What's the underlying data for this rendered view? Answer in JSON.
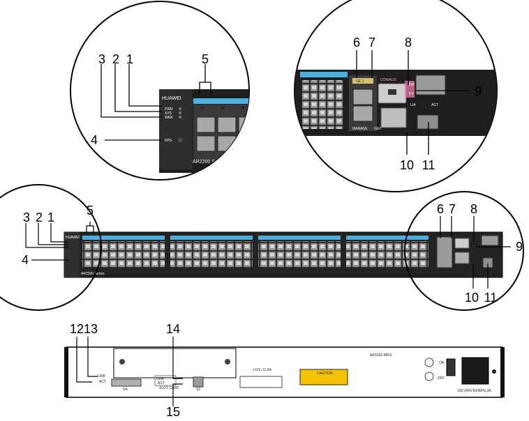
{
  "brand": "HUAWEI",
  "model_label": "AR2200 Series",
  "model_label_zoom": "AR2200 S",
  "rear_model": "AR2202-48FE",
  "leds": {
    "pwr": "PWR",
    "sys": "SYS",
    "wan": "WAN",
    "rps": "RPS"
  },
  "ports": {
    "ge0": "GE0",
    "ge1": "GE 1",
    "con_aux": "CON/AUX",
    "en": "EN",
    "dy": "DY",
    "la": "L/A",
    "act": "ACT",
    "mgmt": "MANAGE",
    "sa": "SA",
    "slot_card": "SLOT CARD",
    "s1": "S1",
    "link": "LINK",
    "act2": "ACT"
  },
  "rear": {
    "power_rating": "100-240V,50/60Hz,3A",
    "on": "ON",
    "off": "OFF",
    "caution": "CAUTION",
    "dc_input": "+12V, 11.5A"
  },
  "callouts": [
    "1",
    "2",
    "3",
    "4",
    "5",
    "6",
    "7",
    "8",
    "9",
    "10",
    "11",
    "12",
    "13",
    "14",
    "15"
  ],
  "colors": {
    "chassis": "#2b2b2b",
    "port_strip": "#4ab0e0",
    "caution_yellow": "#f5c400",
    "highlight_pink": "#e87aa8"
  }
}
